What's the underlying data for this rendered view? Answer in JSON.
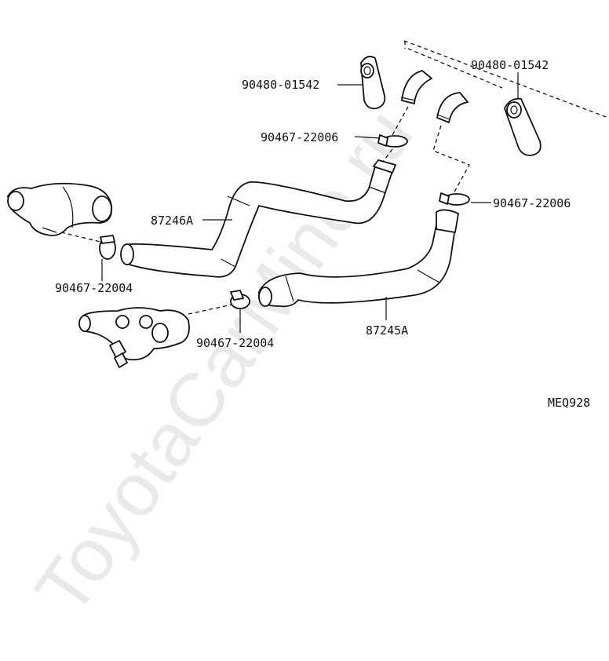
{
  "labels": {
    "grommet_left": "90480-01542",
    "grommet_right": "90480-01542",
    "clamp_upper_left": "90467-22006",
    "clamp_upper_right": "90467-22006",
    "hose_upper": "87246A",
    "clamp_lower_left": "90467-22004",
    "clamp_lower_mid": "90467-22004",
    "hose_lower": "87245A",
    "diagram_code": "MEQ928"
  },
  "watermark": "ToyotaCarMine.ru"
}
